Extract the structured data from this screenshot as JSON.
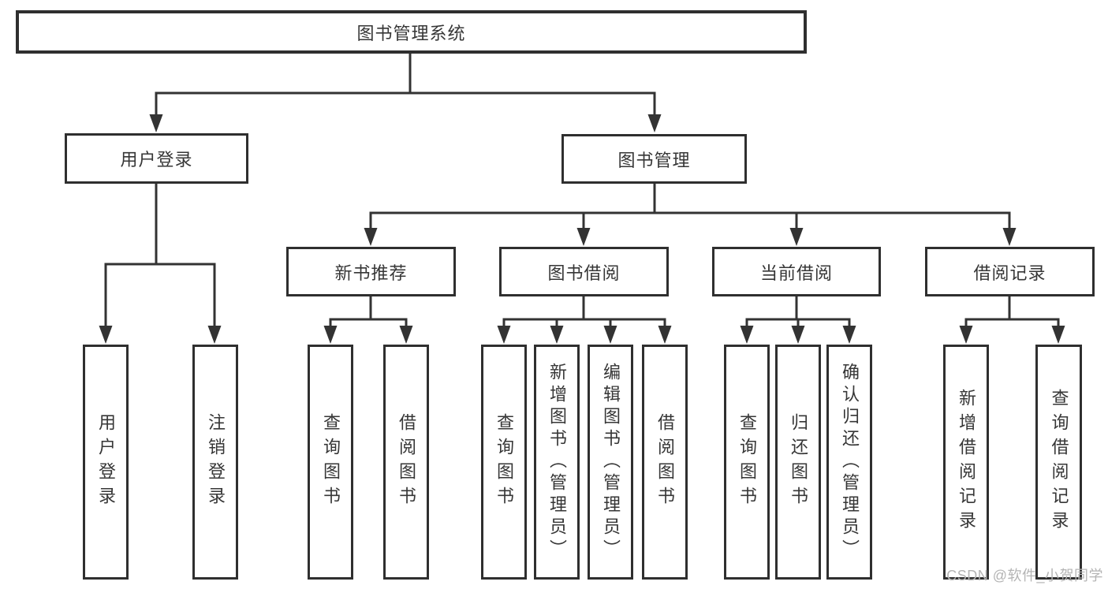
{
  "tree": {
    "root": "图书管理系统",
    "children": [
      {
        "label": "用户登录",
        "children": [
          {
            "label": "用户登录"
          },
          {
            "label": "注销登录"
          }
        ]
      },
      {
        "label": "图书管理",
        "children": [
          {
            "label": "新书推荐",
            "children": [
              {
                "label": "查询图书"
              },
              {
                "label": "借阅图书"
              }
            ]
          },
          {
            "label": "图书借阅",
            "children": [
              {
                "label": "查询图书"
              },
              {
                "label": "新增图书（管理员）"
              },
              {
                "label": "编辑图书（管理员）"
              },
              {
                "label": "借阅图书"
              }
            ]
          },
          {
            "label": "当前借阅",
            "children": [
              {
                "label": "查询图书"
              },
              {
                "label": "归还图书"
              },
              {
                "label": "确认归还（管理员）"
              }
            ]
          },
          {
            "label": "借阅记录",
            "children": [
              {
                "label": "新增借阅记录"
              },
              {
                "label": "查询借阅记录"
              }
            ]
          }
        ]
      }
    ]
  },
  "watermark": {
    "text": "CSDN @软件_小贺同学",
    "color": "#b4b4b4"
  },
  "colors": {
    "background": "#ffffff",
    "line": "#333333",
    "box_border": "#2f2f2f",
    "text": "#363636"
  }
}
